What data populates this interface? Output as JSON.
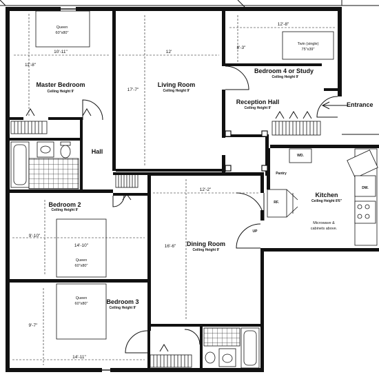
{
  "rooms": {
    "master": {
      "name": "Master Bedroom",
      "ceiling": "Ceiling Height 9'",
      "dim_w": "10'-11\"",
      "dim_h": "11'-8\"",
      "bed_type": "Queen",
      "bed_size": "60\"x80\""
    },
    "living": {
      "name": "Living Room",
      "ceiling": "Ceiling Height 9'",
      "dim_w": "12'",
      "dim_h": "17'-7\""
    },
    "bedroom4": {
      "name": "Bedroom 4 or Study",
      "ceiling": "Ceiling Height 9'",
      "dim_w": "12'-8\"",
      "dim_h": "8'-3\"",
      "bed_type": "Twin (single)",
      "bed_size": "75\"x39\""
    },
    "reception": {
      "name": "Reception Hall",
      "ceiling": "Ceiling Height 9'"
    },
    "hall": {
      "name": "Hall"
    },
    "bedroom2": {
      "name": "Bedroom 2",
      "ceiling": "Ceiling Height 9'",
      "dim_w": "14'-10\"",
      "dim_h": "9'-10\"",
      "bed_type": "Queen",
      "bed_size": "60\"x80\""
    },
    "dining": {
      "name": "Dining Room",
      "ceiling": "Ceiling Height 9'",
      "dim_w": "12'-2\"",
      "dim_h": "16'-6\""
    },
    "kitchen": {
      "name": "Kitchen",
      "ceiling": "Ceiling Height 8'6\"",
      "pantry": "Pantry",
      "wd": "WD.",
      "dw": "DW.",
      "rf": "RF.",
      "up": "UP",
      "note_line1": "Microwave &",
      "note_line2": "cabinets above."
    },
    "bedroom3": {
      "name": "Bedroom 3",
      "ceiling": "Ceiling Height 9'",
      "dim_w": "14'-11\"",
      "dim_h": "9'-7\"",
      "bed_type": "Queen",
      "bed_size": "60\"x80\""
    }
  },
  "entrance": {
    "label": "Entrance"
  }
}
